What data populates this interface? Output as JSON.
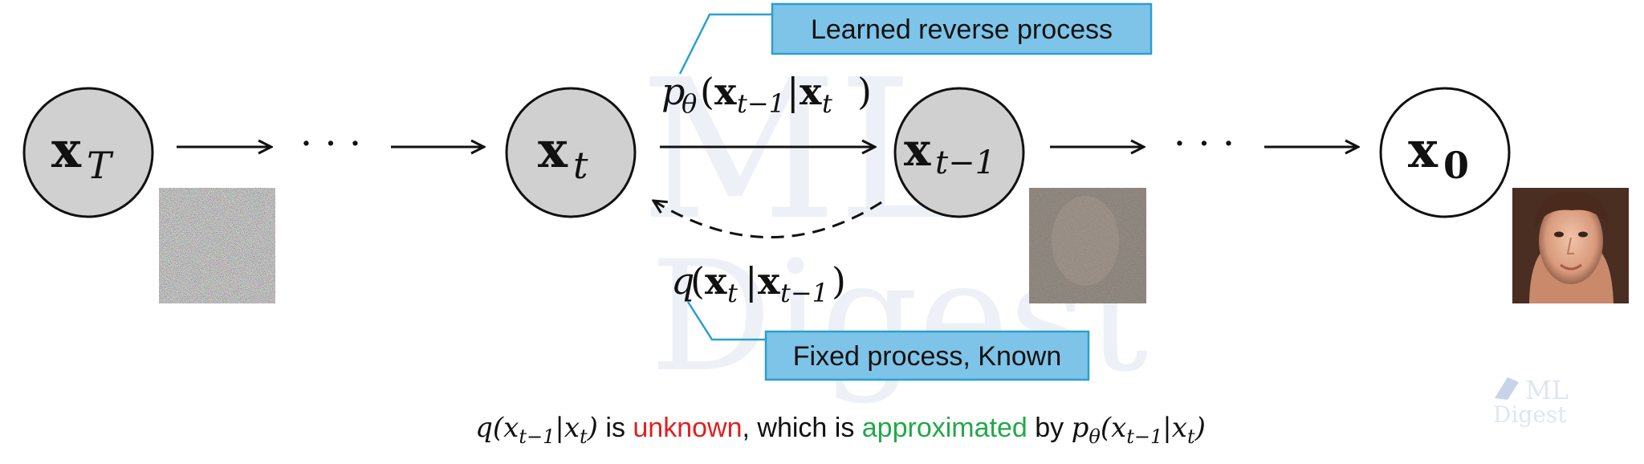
{
  "nodes": {
    "xT": {
      "main": "x",
      "sub": "T"
    },
    "xt": {
      "main": "x",
      "sub": "t"
    },
    "xt1": {
      "main": "x",
      "sub": "t−1"
    },
    "x0": {
      "main": "x",
      "sub": "0"
    }
  },
  "ellipsis": "· · ·",
  "reverse_label": {
    "p": "p",
    "theta": "θ",
    "open": "(",
    "x1": "x",
    "x1_sub": "t−1",
    "bar": "|",
    "x2": "x",
    "x2_sub": "t",
    "close": ")"
  },
  "forward_label": {
    "q": "q",
    "open": "(",
    "x1": "x",
    "x1_sub": "t",
    "bar": "|",
    "x2": "x",
    "x2_sub": "t−1",
    "close": ")"
  },
  "callouts": {
    "learned": "Learned reverse process",
    "fixed": "Fixed process, Known"
  },
  "caption": {
    "q_expr": "q(x",
    "q_sub": "t−1",
    "q_mid": "|x",
    "q_sub2": "t",
    "q_close": ")",
    "is": " is ",
    "unknown": "unknown",
    "which_is": ", which is ",
    "approximated": "approximated",
    "by": " by ",
    "p": "p",
    "p_sub": "θ",
    "p_open": "(x",
    "p_sub1": "t−1",
    "p_mid": "|x",
    "p_sub2": "t",
    "p_close": ")"
  },
  "watermark": {
    "line1": "ML",
    "line2": "Digest"
  },
  "colors": {
    "node_fill": "#d0d0d0",
    "node_stroke": "#111111",
    "callout_fill": "#7ec4e8",
    "callout_stroke": "#2aa0d0",
    "unknown": "#e02020",
    "approximated": "#22a84a"
  },
  "images": {
    "noise_full": "pure noise image",
    "noise_face": "noisy face image",
    "face": "clean face image"
  }
}
